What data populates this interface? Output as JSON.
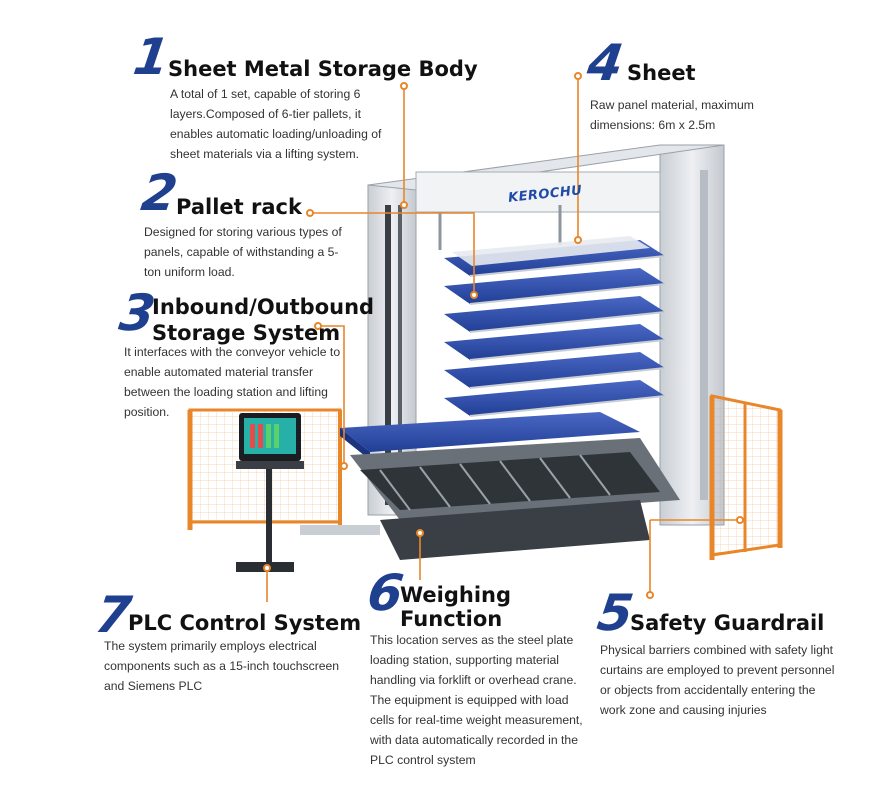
{
  "brand": {
    "name": "KEROCHU"
  },
  "colors": {
    "accent_blue": "#1f3f8f",
    "pallet_blue": "#2f4fb0",
    "frame_grey": "#d9dde2",
    "guard_orange": "#e8862a",
    "leader_orange": "#e8862a"
  },
  "callouts": [
    {
      "number": "1",
      "title": "Sheet Metal Storage Body",
      "description": "A total of 1 set, capable of storing 6 layers.Composed of 6-tier pallets, it enables automatic loading/unloading of sheet materials via a lifting system."
    },
    {
      "number": "2",
      "title": "Pallet rack",
      "description": "Designed for storing various types of panels, capable of withstanding a 5-ton uniform load."
    },
    {
      "number": "3",
      "title_line1": "Inbound/Outbound",
      "title_line2": "Storage System",
      "description": "It interfaces with the conveyor vehicle to enable automated material transfer between the loading station and lifting position."
    },
    {
      "number": "4",
      "title": "Sheet",
      "description": "Raw panel material, maximum dimensions: 6m x 2.5m"
    },
    {
      "number": "5",
      "title": "Safety Guardrail",
      "description": "Physical barriers combined with safety light curtains are employed to prevent personnel or objects from accidentally entering the work zone and causing injuries"
    },
    {
      "number": "6",
      "title_line1": "Weighing",
      "title_line2": "Function",
      "description": "This location serves as the steel plate loading station, supporting material handling via forklift or overhead crane. The equipment is equipped with load cells for real-time weight measurement, with data automatically recorded in the PLC control system"
    },
    {
      "number": "7",
      "title": "PLC Control System",
      "description": "The system primarily employs electrical components such as a 15-inch touchscreen and Siemens PLC"
    }
  ]
}
